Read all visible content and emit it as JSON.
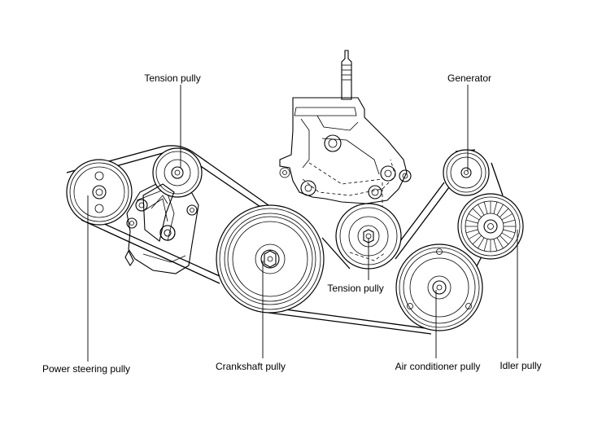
{
  "labels": {
    "tension_pully_top": "Tension pully",
    "generator": "Generator",
    "tension_pully_center": "Tension pully",
    "power_steering_pully": "Power steering pully",
    "crankshaft_pully": "Crankshaft pully",
    "air_conditioner_pully": "Air conditioner pully",
    "idler_pully": "Idler pully"
  }
}
